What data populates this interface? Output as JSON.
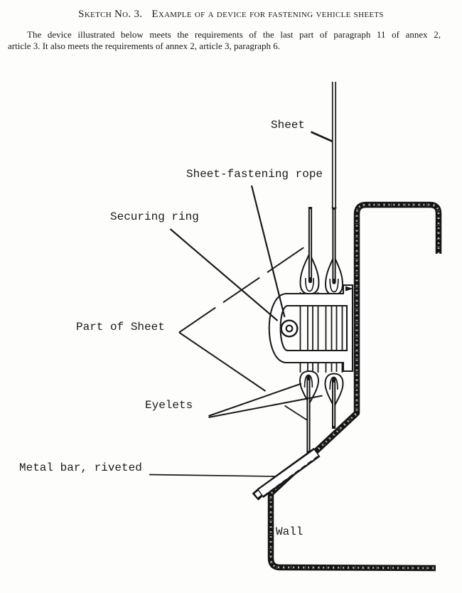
{
  "colors": {
    "ink": "#1a1a1a",
    "paper": "#fdfdfc"
  },
  "header": {
    "title_part1": "Sketch No. 3.",
    "title_part2": "Example of a device for fastening vehicle sheets",
    "paragraph_line1": "The device illustrated below meets the requirements of the last part of paragraph 11 of annex 2,",
    "paragraph_line2": "article 3. It also meets the requirements of annex 2, article 3, paragraph 6."
  },
  "diagram": {
    "labels": {
      "sheet": "Sheet",
      "sheet_fastening_rope": "Sheet-fastening rope",
      "securing_ring": "Securing ring",
      "part_of_sheet": "Part of Sheet",
      "eyelets": "Eyelets",
      "metal_bar": "Metal bar, riveted",
      "wall": "Wall"
    }
  }
}
